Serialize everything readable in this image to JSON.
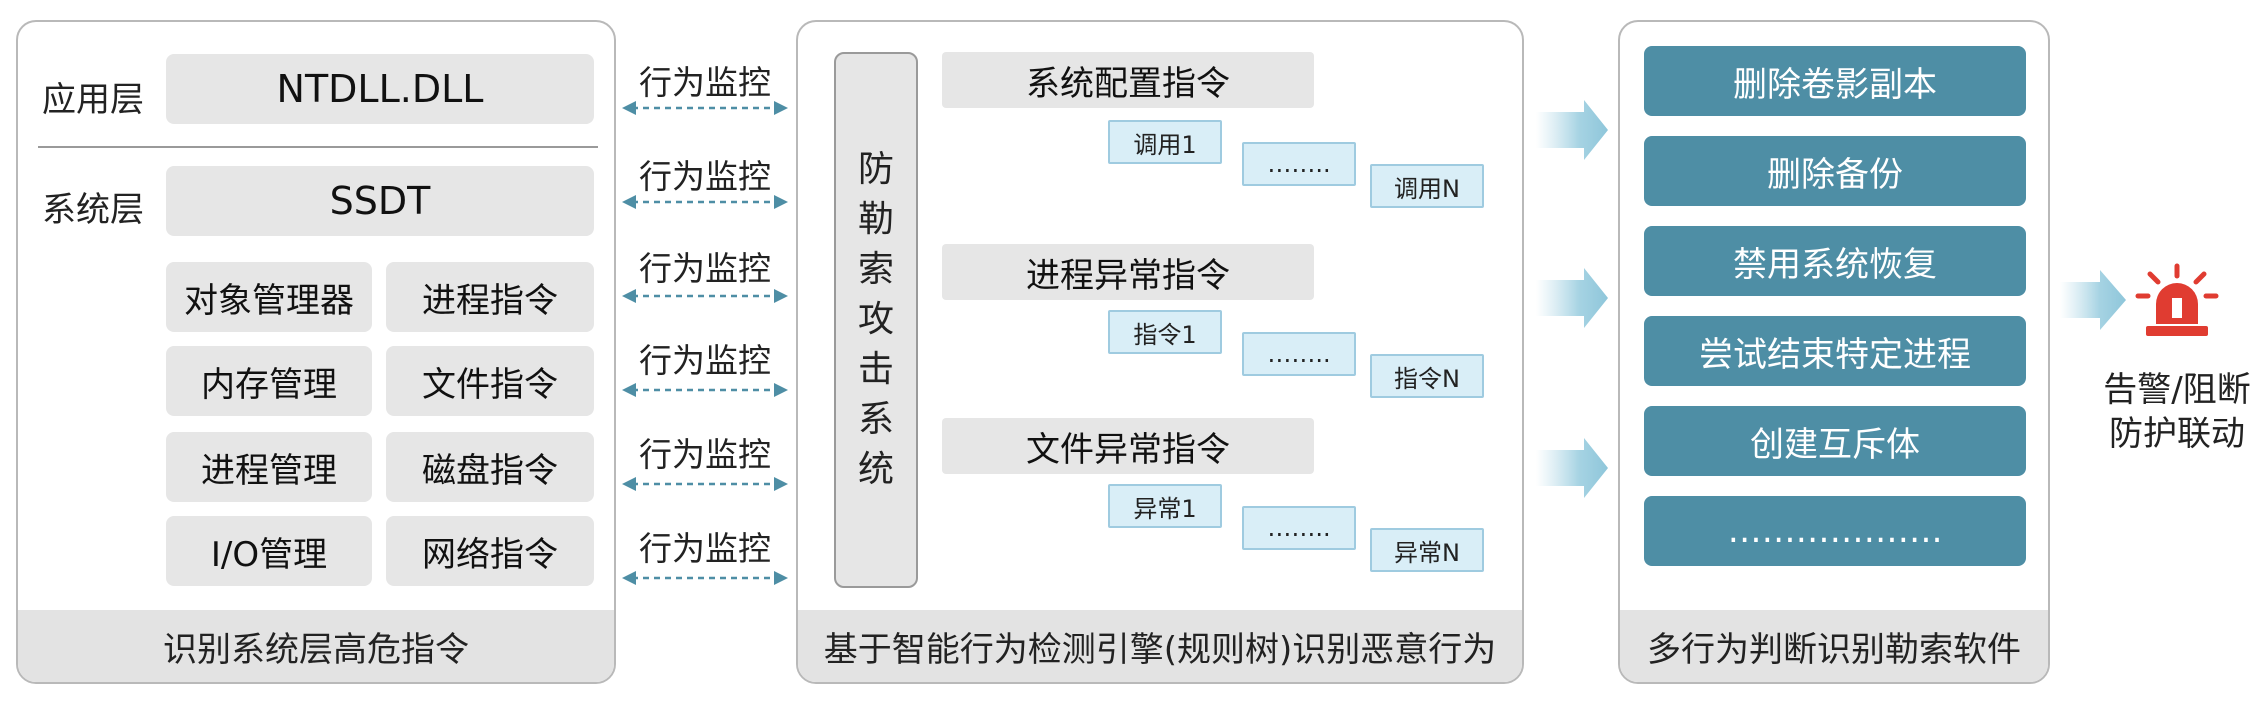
{
  "left": {
    "app_layer_label": "应用层",
    "ntdll": "NTDLL.DLL",
    "sys_layer_label": "系统层",
    "ssdt": "SSDT",
    "grid": [
      "对象管理器",
      "进程指令",
      "内存管理",
      "文件指令",
      "进程管理",
      "磁盘指令",
      "I/O管理",
      "网络指令"
    ],
    "footer": "识别系统层高危指令"
  },
  "monitor_labels": [
    "行为监控",
    "行为监控",
    "行为监控",
    "行为监控",
    "行为监控",
    "行为监控"
  ],
  "middle": {
    "side_label": [
      "防",
      "勒",
      "索",
      "攻",
      "击",
      "系",
      "统"
    ],
    "groups": [
      {
        "title": "系统配置指令",
        "first": "调用1",
        "dots": "……..",
        "last": "调用N"
      },
      {
        "title": "进程异常指令",
        "first": "指令1",
        "dots": "……..",
        "last": "指令N"
      },
      {
        "title": "文件异常指令",
        "first": "异常1",
        "dots": "……..",
        "last": "异常N"
      }
    ],
    "footer": "基于智能行为检测引擎(规则树)识别恶意行为"
  },
  "right": {
    "items": [
      "删除卷影副本",
      "删除备份",
      "禁用系统恢复",
      "尝试结束特定进程",
      "创建互斥体",
      "………………."
    ],
    "footer": "多行为判断识别勒索软件"
  },
  "alarm": {
    "line1": "告警/阻断",
    "line2": "防护联动"
  },
  "colors": {
    "teal": "#4e8ea5",
    "call_fill": "#d9eef7",
    "arrow": "#b9dce9",
    "alarm_red": "#e03c31"
  }
}
